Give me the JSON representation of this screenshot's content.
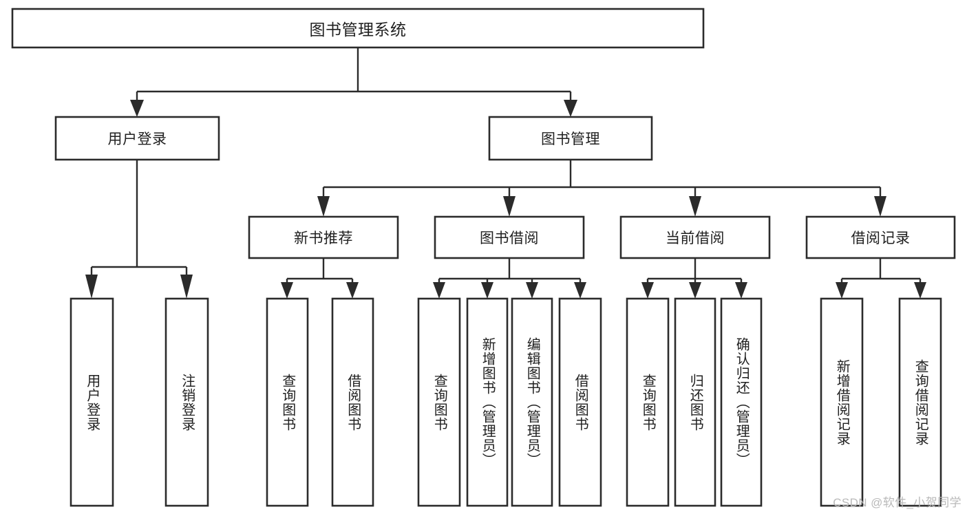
{
  "diagram": {
    "type": "hierarchy-tree",
    "title": "图书管理系统",
    "background_color": "#ffffff",
    "line_color": "#2b2b2b",
    "text_color": "#1f1f1f",
    "watermark": "CSDN @软件_小贺同学",
    "levels": [
      {
        "level": 1,
        "nodes": [
          {
            "id": "root",
            "label": "图书管理系统",
            "orientation": "horizontal"
          }
        ]
      },
      {
        "level": 2,
        "nodes": [
          {
            "id": "login",
            "label": "用户登录",
            "orientation": "horizontal",
            "parent": "root"
          },
          {
            "id": "bookmgmt",
            "label": "图书管理",
            "orientation": "horizontal",
            "parent": "root"
          }
        ]
      },
      {
        "level": 3,
        "nodes": [
          {
            "id": "newbook",
            "label": "新书推荐",
            "orientation": "horizontal",
            "parent": "bookmgmt"
          },
          {
            "id": "borrow",
            "label": "图书借阅",
            "orientation": "horizontal",
            "parent": "bookmgmt"
          },
          {
            "id": "current",
            "label": "当前借阅",
            "orientation": "horizontal",
            "parent": "bookmgmt"
          },
          {
            "id": "records",
            "label": "借阅记录",
            "orientation": "horizontal",
            "parent": "bookmgmt"
          }
        ]
      },
      {
        "level": 4,
        "nodes": [
          {
            "id": "leaf-1",
            "label": "用户登录",
            "orientation": "vertical",
            "parent": "login"
          },
          {
            "id": "leaf-2",
            "label": "注销登录",
            "orientation": "vertical",
            "parent": "login"
          },
          {
            "id": "leaf-3",
            "label": "查询图书",
            "orientation": "vertical",
            "parent": "newbook"
          },
          {
            "id": "leaf-4",
            "label": "借阅图书",
            "orientation": "vertical",
            "parent": "newbook"
          },
          {
            "id": "leaf-5",
            "label": "查询图书",
            "orientation": "vertical",
            "parent": "borrow"
          },
          {
            "id": "leaf-6",
            "label": "新增图书（管理员）",
            "orientation": "vertical",
            "parent": "borrow"
          },
          {
            "id": "leaf-7",
            "label": "编辑图书（管理员）",
            "orientation": "vertical",
            "parent": "borrow"
          },
          {
            "id": "leaf-8",
            "label": "借阅图书",
            "orientation": "vertical",
            "parent": "borrow"
          },
          {
            "id": "leaf-9",
            "label": "查询图书",
            "orientation": "vertical",
            "parent": "current"
          },
          {
            "id": "leaf-10",
            "label": "归还图书",
            "orientation": "vertical",
            "parent": "current"
          },
          {
            "id": "leaf-11",
            "label": "确认归还（管理员）",
            "orientation": "vertical",
            "parent": "current"
          },
          {
            "id": "leaf-12",
            "label": "新增借阅记录",
            "orientation": "vertical",
            "parent": "records"
          },
          {
            "id": "leaf-13",
            "label": "查询借阅记录",
            "orientation": "vertical",
            "parent": "records"
          }
        ]
      }
    ]
  }
}
